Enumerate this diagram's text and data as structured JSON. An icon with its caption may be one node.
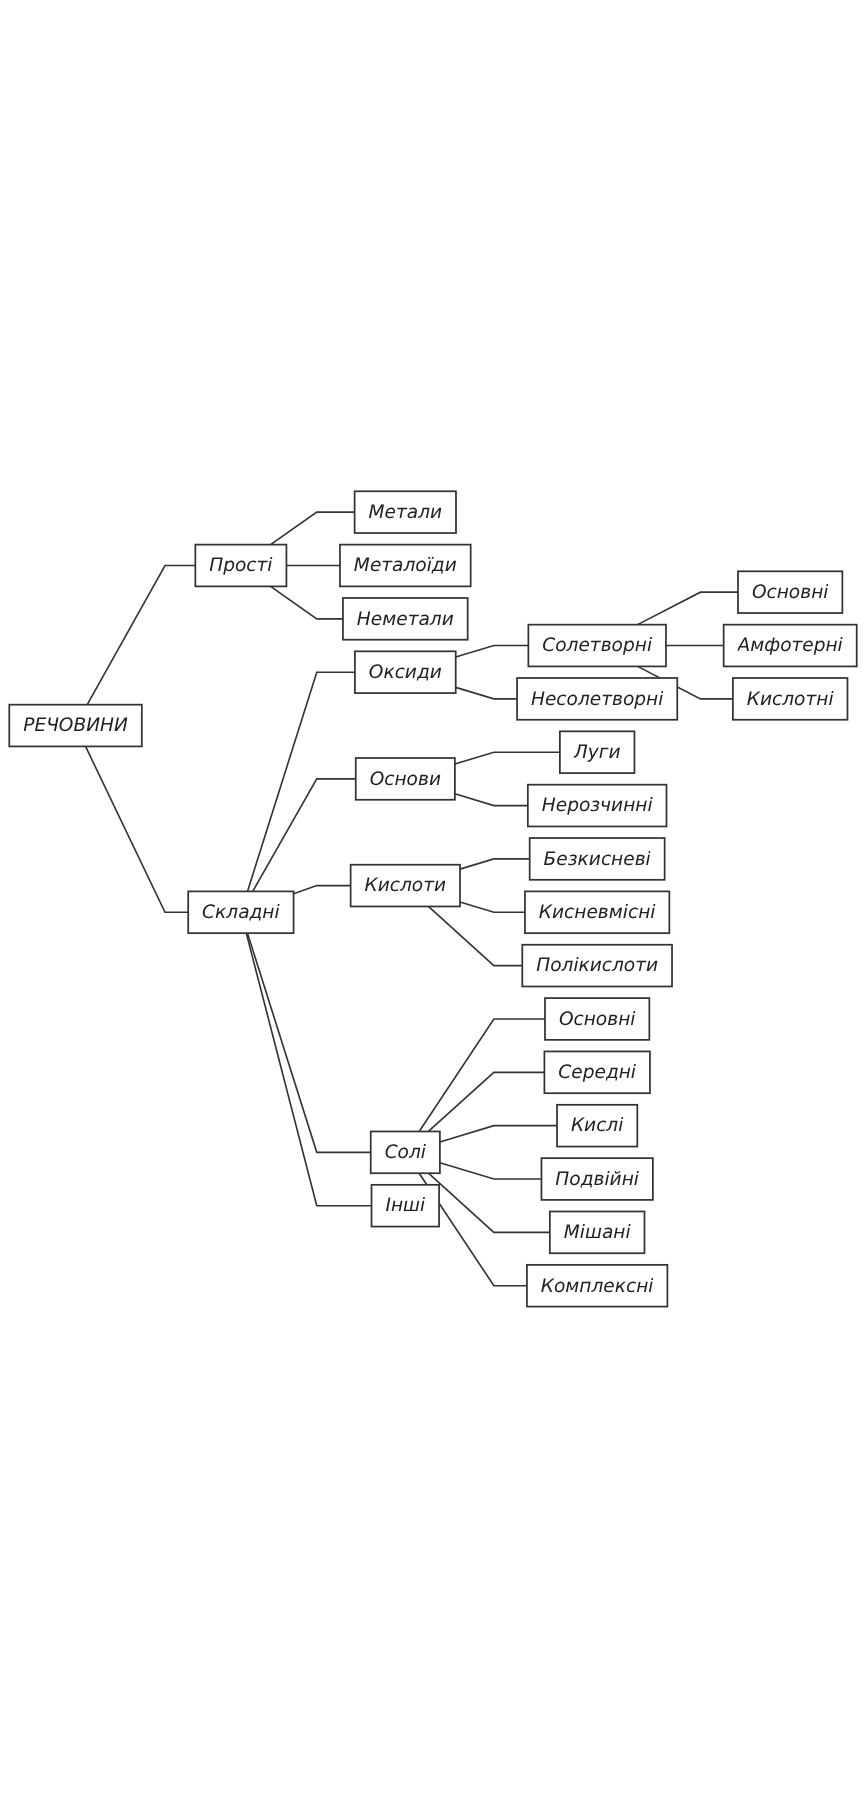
{
  "diagram": {
    "nodes": [
      {
        "text": [
          "РЕЧОВИНИ"
        ]
      },
      {
        "text": [
          "Прості"
        ]
      },
      {
        "text": [
          "Складні"
        ]
      },
      {
        "text": [
          "Метали"
        ]
      },
      {
        "text": [
          "Металоїди"
        ]
      },
      {
        "text": [
          "Неметали"
        ]
      },
      {
        "text": [
          "Оксиди"
        ]
      },
      {
        "text": [
          "Основи"
        ]
      },
      {
        "text": [
          "Кислоти"
        ]
      },
      {
        "text": [
          "Солі"
        ]
      },
      {
        "text": [
          "Інші"
        ]
      },
      {
        "text": [
          "Солетворні"
        ]
      },
      {
        "text": [
          "Несолетворні"
        ]
      },
      {
        "text": [
          "Луги"
        ]
      },
      {
        "text": [
          "Нерозчинні"
        ]
      },
      {
        "text": [
          "Безкисневі"
        ]
      },
      {
        "text": [
          "Кисневмісні"
        ]
      },
      {
        "text": [
          "Полікислоти"
        ]
      },
      {
        "text": [
          "Основні"
        ]
      },
      {
        "text": [
          "Амфотерні"
        ]
      },
      {
        "text": [
          "Кислотні"
        ]
      },
      {
        "text": [
          "Основні"
        ]
      },
      {
        "text": [
          "Середні"
        ]
      },
      {
        "text": [
          "Кислі"
        ]
      },
      {
        "text": [
          "Подвійні"
        ]
      },
      {
        "text": [
          "Мішані"
        ]
      },
      {
        "text": [
          "Комплексні"
        ]
      }
    ],
    "edges": [
      {
        "from": 0,
        "to": 1,
        "arrow": "none"
      },
      {
        "from": 0,
        "to": 2,
        "arrow": "none"
      },
      {
        "from": 1,
        "to": 3,
        "arrow": "none"
      },
      {
        "from": 1,
        "to": 4,
        "arrow": "none"
      },
      {
        "from": 1,
        "to": 5,
        "arrow": "none"
      },
      {
        "from": 2,
        "to": 6,
        "arrow": "none"
      },
      {
        "from": 2,
        "to": 7,
        "arrow": "none"
      },
      {
        "from": 2,
        "to": 8,
        "arrow": "none"
      },
      {
        "from": 2,
        "to": 9,
        "arrow": "none"
      },
      {
        "from": 2,
        "to": 10,
        "arrow": "none"
      },
      {
        "from": 6,
        "to": 11,
        "arrow": "none"
      },
      {
        "from": 6,
        "to": 12,
        "arrow": "none"
      },
      {
        "from": 7,
        "to": 13,
        "arrow": "none"
      },
      {
        "from": 7,
        "to": 14,
        "arrow": "none"
      },
      {
        "from": 8,
        "to": 15,
        "arrow": "none"
      },
      {
        "from": 8,
        "to": 16,
        "arrow": "none"
      },
      {
        "from": 8,
        "to": 17,
        "arrow": "none"
      },
      {
        "from": 11,
        "to": 18,
        "arrow": "none"
      },
      {
        "from": 11,
        "to": 19,
        "arrow": "none"
      },
      {
        "from": 11,
        "to": 20,
        "arrow": "none"
      },
      {
        "from": 9,
        "to": 21,
        "arrow": "none"
      },
      {
        "from": 9,
        "to": 22,
        "arrow": "none"
      },
      {
        "from": 9,
        "to": 23,
        "arrow": "none"
      },
      {
        "from": 9,
        "to": 24,
        "arrow": "none"
      },
      {
        "from": 9,
        "to": 25,
        "arrow": "none"
      },
      {
        "from": 9,
        "to": 26,
        "arrow": "none"
      }
    ]
  }
}
